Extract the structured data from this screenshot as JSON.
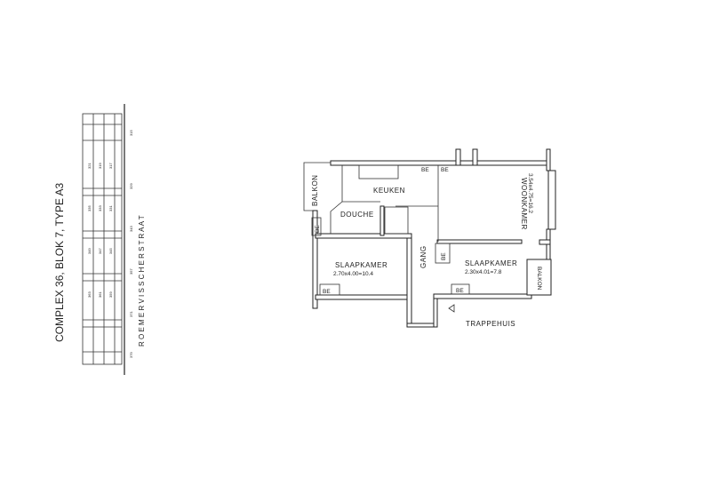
{
  "site_plan": {
    "title": "COMPLEX 36, BLOK 7, TYPE A3",
    "street": "R O E M E R   V I S S C H E R S T R A A T",
    "street_numbers": [
      "315",
      "329",
      "343",
      "357",
      "371",
      "379"
    ],
    "unit_numbers": [
      [
        "321",
        "319",
        "317"
      ],
      [
        "335",
        "333",
        "331"
      ],
      [
        "349",
        "347",
        "345"
      ],
      [
        "363",
        "361",
        "359"
      ]
    ]
  },
  "floor_plan": {
    "rooms": {
      "balkon_left": "BALKON",
      "keuken": "KEUKEN",
      "douche": "DOUCHE",
      "slaapkamer1": "SLAAPKAMER",
      "slaapkamer1_size": "2.70x4.00=10.4",
      "gang": "GANG",
      "slaapkamer2": "SLAAPKAMER",
      "slaapkamer2_size": "2.30x4.01=7.8",
      "woonkamer": "WOONKAMER",
      "woonkamer_size": "3.54x4.75=16.2",
      "balkon_right": "BALKON",
      "trappehuis": "TRAPPEHUIS"
    },
    "be_label": "BE"
  }
}
